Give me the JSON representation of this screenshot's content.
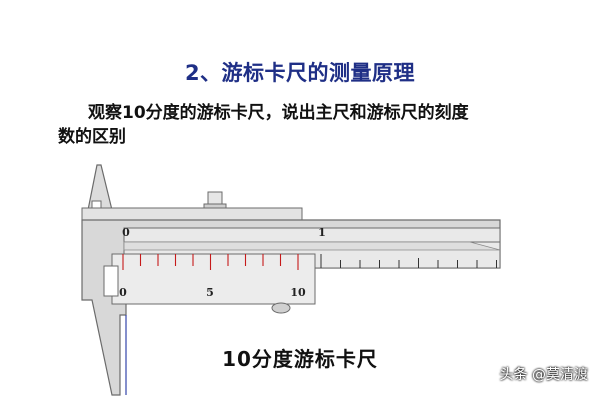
{
  "title": "2、游标卡尺的测量原理",
  "question_line_1": "观察10分度的游标卡尺，说出主尺和游标尺的刻度",
  "question_line_2": "数的区别",
  "main_scale_labels": [
    "0",
    "1"
  ],
  "vernier_labels": [
    "0",
    "5",
    "10"
  ],
  "caption": "10分度游标卡尺",
  "watermark": "头条 @莫清渡",
  "colors": {
    "title": "#1f2f86",
    "red_tick": "#c61a1a",
    "body_fill": "#dcdcdc",
    "body_stroke": "#6b6b6b"
  }
}
